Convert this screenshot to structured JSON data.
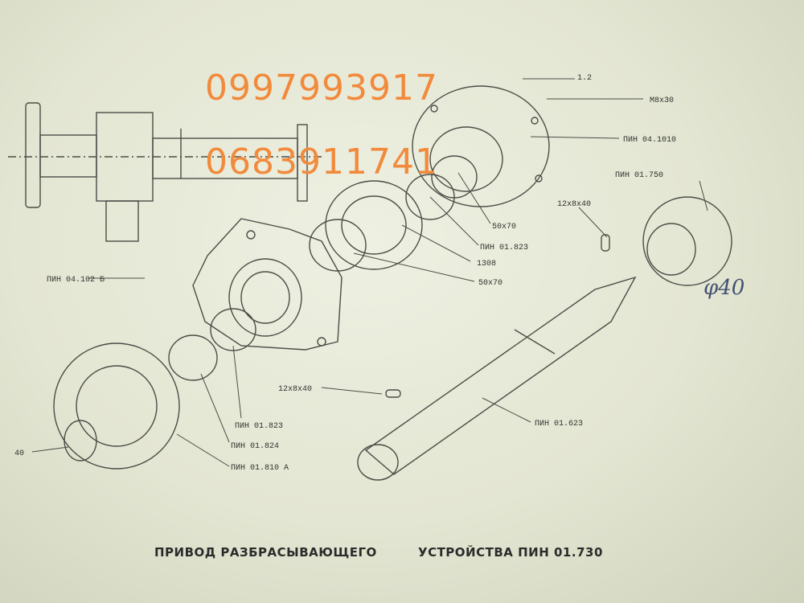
{
  "watermark": {
    "phone_1": "0997993917",
    "phone_2": "0683911741",
    "color": "#f28a3c"
  },
  "caption": {
    "left": "ПРИВОД  РАЗБРАСЫВАЮЩЕГО",
    "right": "УСТРОЙСТВА  ПИН 01.730"
  },
  "labels": {
    "bolt": "1.2",
    "screw": "М8х30",
    "cover": "ПИН 04.1010",
    "sprocket_small": "ПИН 01.750",
    "key_top": "12х8х40",
    "seal_top": "50х70",
    "ring_top": "ПИН 01.823",
    "bearing": "1308",
    "seal_mid": "50х70",
    "assembly": "ПИН 04.102 Б",
    "key_bottom": "12х8х40",
    "shaft": "ПИН 01.623",
    "ring_low": "ПИН 01.823",
    "spacer": "ПИН 01.824",
    "sprocket_big": "ПИН 01.810 А",
    "left_40": "40"
  },
  "handwritten": "φ40",
  "colors": {
    "ink": "#3a3d38",
    "paper": "#e6e9d6"
  }
}
